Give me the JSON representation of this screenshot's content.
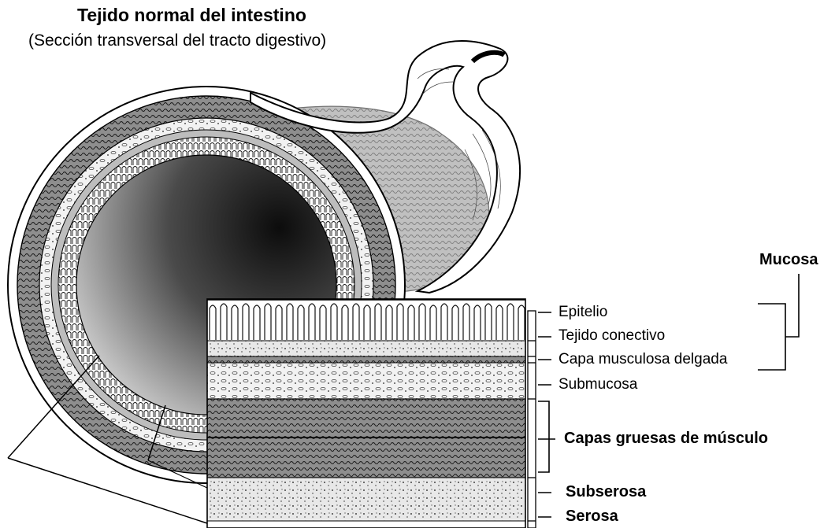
{
  "title": "Tejido normal del intestino",
  "subtitle": "(Sección transversal del tracto digestivo)",
  "group_label": "Mucosa",
  "layers": {
    "epitelio": "Epitelio",
    "tejido_conectivo": "Tejido conectivo",
    "capa_musculosa_delgada": "Capa musculosa delgada",
    "submucosa": "Submucosa",
    "capas_gruesas": "Capas gruesas de músculo",
    "subserosa": "Subserosa",
    "serosa": "Serosa"
  },
  "colors": {
    "background": "#ffffff",
    "ink": "#000000",
    "lumen_dark": "#111111",
    "lumen_light": "#d8d8d8",
    "muscle": "#9a9a9a",
    "connective": "#bdbdbd"
  }
}
